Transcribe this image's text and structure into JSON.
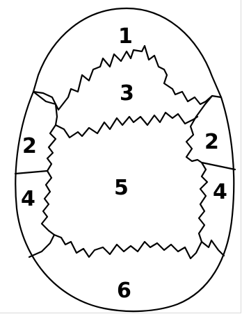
{
  "diagram": {
    "regions": [
      {
        "id": "top",
        "label": "1"
      },
      {
        "id": "left-upper",
        "label": "2"
      },
      {
        "id": "right-upper",
        "label": "2"
      },
      {
        "id": "upper-center",
        "label": "3"
      },
      {
        "id": "left-lower",
        "label": "4"
      },
      {
        "id": "right-lower",
        "label": "4"
      },
      {
        "id": "center",
        "label": "5"
      },
      {
        "id": "bottom",
        "label": "6"
      }
    ],
    "colors": {
      "line": "#000000",
      "fill": "#ffffff",
      "frame": "#d9d9d9"
    }
  }
}
